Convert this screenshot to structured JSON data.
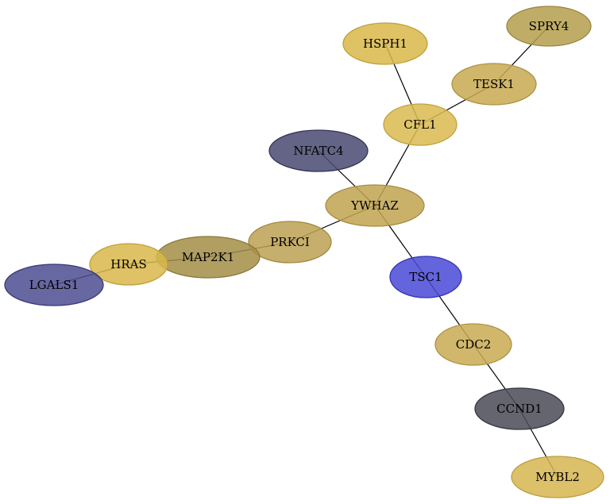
{
  "nodes": [
    {
      "id": "SPRY4",
      "label": "SPRY4",
      "fill": "#b59f4e",
      "stroke": "#9a8540"
    },
    {
      "id": "HSPH1",
      "label": "HSPH1",
      "fill": "#d8b84a",
      "stroke": "#bfa23a"
    },
    {
      "id": "TESK1",
      "label": "TESK1",
      "fill": "#c8aa52",
      "stroke": "#ad9242"
    },
    {
      "id": "CFL1",
      "label": "CFL1",
      "fill": "#dbba50",
      "stroke": "#c2a240"
    },
    {
      "id": "NFATC4",
      "label": "NFATC4",
      "fill": "#4a4a72",
      "stroke": "#333358"
    },
    {
      "id": "YWHAZ",
      "label": "YWHAZ",
      "fill": "#c1a452",
      "stroke": "#a68c42"
    },
    {
      "id": "PRKCI",
      "label": "PRKCI",
      "fill": "#bda254",
      "stroke": "#a28a44"
    },
    {
      "id": "MAP2K1",
      "label": "MAP2K1",
      "fill": "#a48f48",
      "stroke": "#8a783a"
    },
    {
      "id": "HRAS",
      "label": "HRAS",
      "fill": "#d8b84c",
      "stroke": "#bfa23c"
    },
    {
      "id": "LGALS1",
      "label": "LGALS1",
      "fill": "#4e4e92",
      "stroke": "#383878"
    },
    {
      "id": "TSC1",
      "label": "TSC1",
      "fill": "#4a4ad6",
      "stroke": "#3333b8"
    },
    {
      "id": "CDC2",
      "label": "CDC2",
      "fill": "#c9ab54",
      "stroke": "#ae9344"
    },
    {
      "id": "CCND1",
      "label": "CCND1",
      "fill": "#4a4c56",
      "stroke": "#363840"
    },
    {
      "id": "MYBL2",
      "label": "MYBL2",
      "fill": "#d6b652",
      "stroke": "#bc9e42"
    }
  ],
  "edges": [
    [
      "SPRY4",
      "TESK1"
    ],
    [
      "HSPH1",
      "CFL1"
    ],
    [
      "TESK1",
      "CFL1"
    ],
    [
      "CFL1",
      "YWHAZ"
    ],
    [
      "NFATC4",
      "YWHAZ"
    ],
    [
      "YWHAZ",
      "PRKCI"
    ],
    [
      "YWHAZ",
      "TSC1"
    ],
    [
      "PRKCI",
      "MAP2K1"
    ],
    [
      "MAP2K1",
      "HRAS"
    ],
    [
      "HRAS",
      "LGALS1"
    ],
    [
      "TSC1",
      "CDC2"
    ],
    [
      "CDC2",
      "CCND1"
    ],
    [
      "CCND1",
      "MYBL2"
    ]
  ]
}
